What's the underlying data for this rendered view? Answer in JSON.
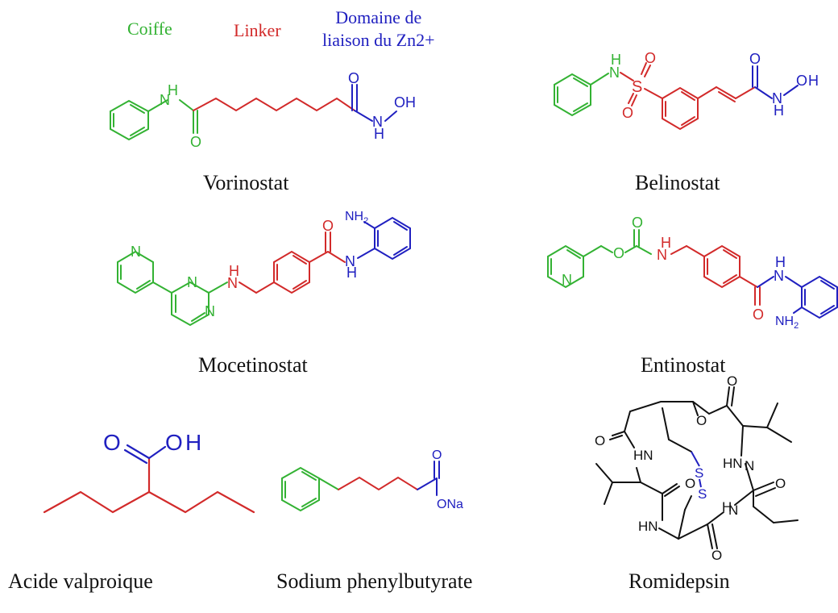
{
  "legend": {
    "coiffe": "Coiffe",
    "linker": "Linker",
    "zinc_line1": "Domaine de",
    "zinc_line2": "liaison du Zn2+"
  },
  "colors": {
    "coiffe": "#33b233",
    "linker": "#d22a2a",
    "zinc": "#2020c0",
    "neutral": "#111111"
  },
  "atoms": {
    "H": "H",
    "O": "O",
    "N": "N",
    "S": "S",
    "OH": "OH",
    "NH2": "NH",
    "sub2": "2",
    "ONa": "ONa",
    "HN": "HN"
  },
  "molecules": {
    "vorinostat": "Vorinostat",
    "belinostat": "Belinostat",
    "mocetinostat": "Mocetinostat",
    "entinostat": "Entinostat",
    "valproic": "Acide valproique",
    "phenylbutyrate": "Sodium phenylbutyrate",
    "romidepsin": "Romidepsin"
  }
}
